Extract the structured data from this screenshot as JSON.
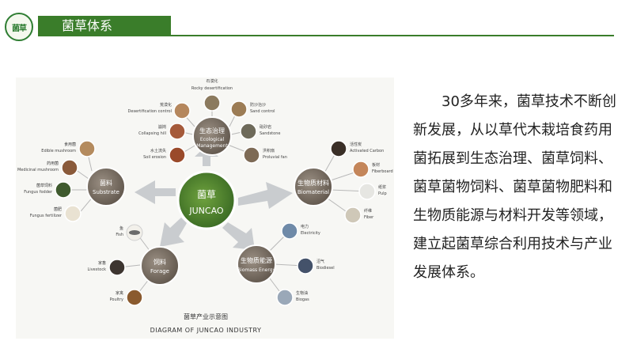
{
  "header": {
    "logo_text": "菌草",
    "title": "菌草体系"
  },
  "diagram": {
    "center": {
      "cn": "菌草",
      "en": "JUNCAO"
    },
    "hubs": {
      "eco": {
        "cn": "生态治理",
        "en1": "Ecological",
        "en2": "Management"
      },
      "substrate": {
        "cn": "菌料",
        "en": "Substrate"
      },
      "biomaterial": {
        "cn": "生物质材料",
        "en": "Biomaterial"
      },
      "forage": {
        "cn": "饲料",
        "en": "Forage"
      },
      "bioenergy": {
        "cn": "生物质能源",
        "en": "Biomass Energy"
      }
    },
    "satellites": {
      "rocky": {
        "cn": "石漠化",
        "en": "Rocky desertification"
      },
      "desert": {
        "cn": "荒漠化",
        "en": "Desertification control"
      },
      "sand": {
        "cn": "防沙治沙",
        "en": "Sand control"
      },
      "collapse": {
        "cn": "崩岗",
        "en": "Collapsing hill"
      },
      "sandstone": {
        "cn": "砒砂岩",
        "en": "Sandstone"
      },
      "erosion": {
        "cn": "水土流失",
        "en": "Soil erosion"
      },
      "proluvial": {
        "cn": "洪积扇",
        "en": "Proluvial fan"
      },
      "edible": {
        "cn": "食用菌",
        "en": "Edible mushroom"
      },
      "medicinal": {
        "cn": "药用菌",
        "en": "Medicinal mushroom"
      },
      "fodder": {
        "cn": "菌草饲料",
        "en": "Fungus fodder"
      },
      "fertilizer": {
        "cn": "菌肥",
        "en": "Fungus fertilizer"
      },
      "carbon": {
        "cn": "活性炭",
        "en": "Activated Carbon"
      },
      "fiberboard": {
        "cn": "板材",
        "en": "Fiberboard"
      },
      "pulp": {
        "cn": "纸浆",
        "en": "Pulp"
      },
      "fiber": {
        "cn": "纤维",
        "en": "Fiber"
      },
      "fish": {
        "cn": "鱼",
        "en": "Fish"
      },
      "livestock": {
        "cn": "家畜",
        "en": "Livestock"
      },
      "poultry": {
        "cn": "家禽",
        "en": "Poultry"
      },
      "electricity": {
        "cn": "电力",
        "en": "Electricity"
      },
      "biodiesel": {
        "cn": "沼气",
        "en": "Biodiesel"
      },
      "biogas": {
        "cn": "生物油",
        "en": "Biogas"
      }
    },
    "caption_cn": "菌草产业示意图",
    "caption_en": "DIAGRAM OF JUNCAO INDUSTRY"
  },
  "body": {
    "paragraph": "30多年来，菌草技术不断创新发展，从以草代木栽培食药用菌拓展到生态治理、菌草饲料、菌草菌物饲料、菌草菌物肥料和生物质能源与材料开发等领域，建立起菌草综合利用技术与产业发展体系。"
  },
  "colors": {
    "brand_green": "#3a7d2a",
    "arrow_gray": "#c9cccf"
  }
}
